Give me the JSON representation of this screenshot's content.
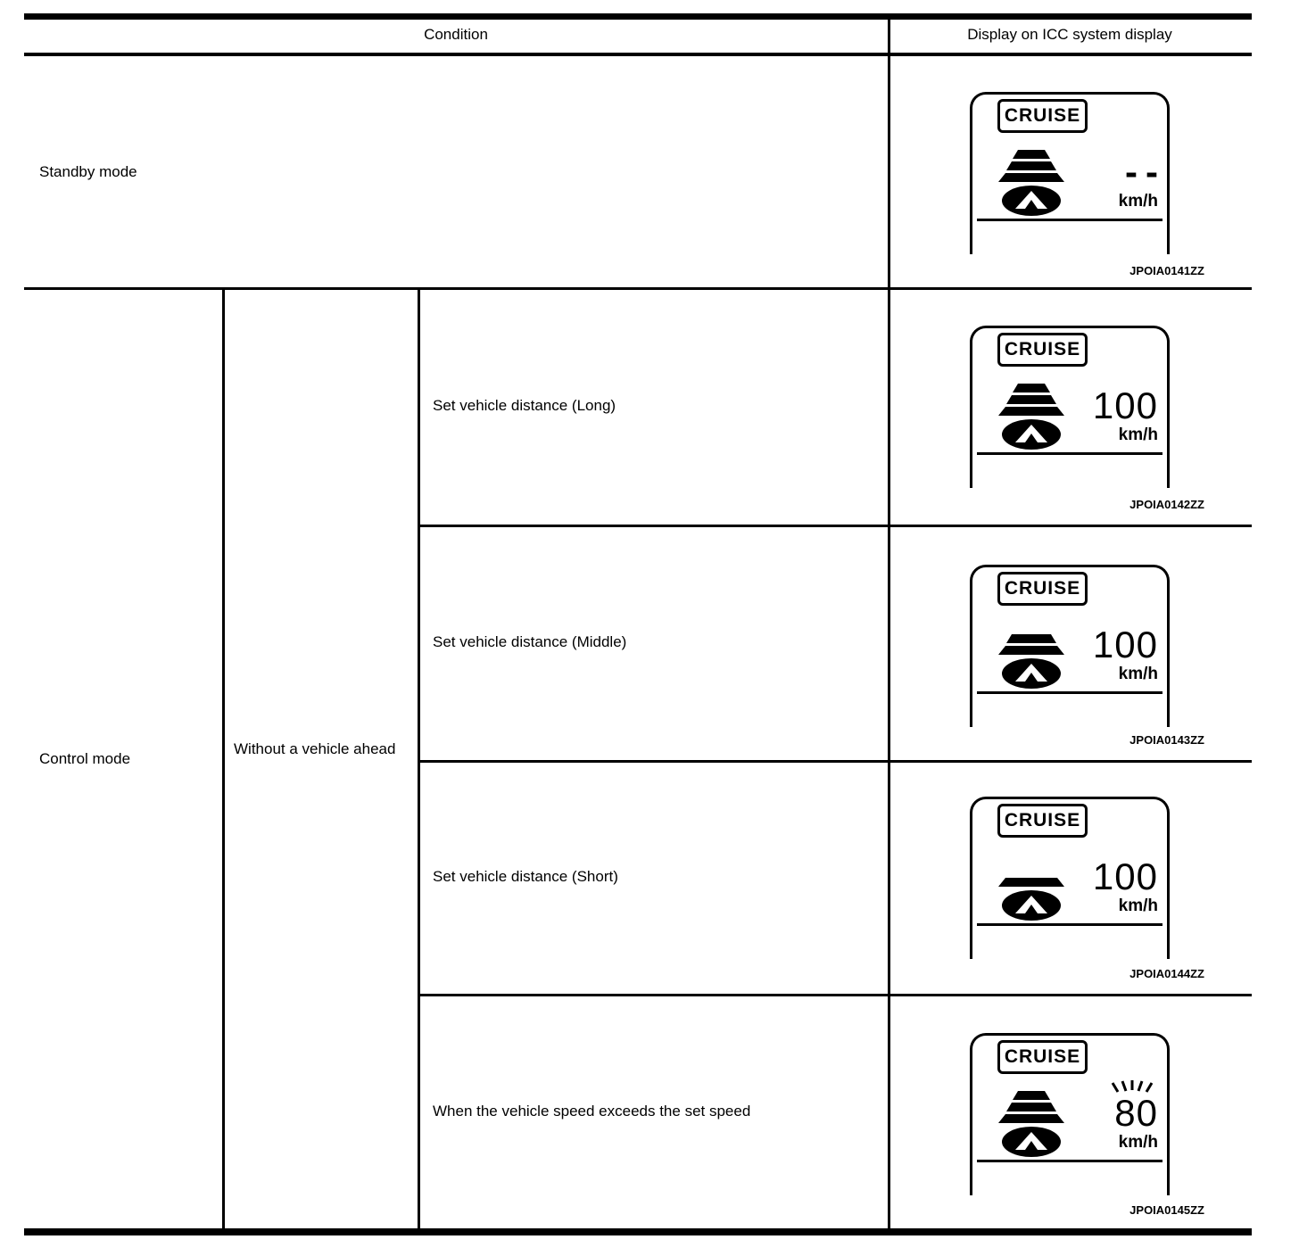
{
  "header": {
    "condition_label": "Condition",
    "display_label": "Display on ICC system display"
  },
  "table": {
    "standby_row": {
      "mode": "Standby mode"
    },
    "control_row": {
      "mode": "Control mode",
      "vehicle_state": "Without a vehicle ahead",
      "conditions": [
        "Set vehicle distance (Long)",
        "Set vehicle distance (Middle)",
        "Set vehicle distance (Short)",
        "When the vehicle speed exceeds the set speed"
      ]
    }
  },
  "displays": [
    {
      "badge": "CRUISE",
      "speed": "--",
      "unit": "km/h",
      "code": "JPOIA0141ZZ",
      "bars": 3,
      "blink": false
    },
    {
      "badge": "CRUISE",
      "speed": "100",
      "unit": "km/h",
      "code": "JPOIA0142ZZ",
      "bars": 3,
      "blink": false
    },
    {
      "badge": "CRUISE",
      "speed": "100",
      "unit": "km/h",
      "code": "JPOIA0143ZZ",
      "bars": 2,
      "blink": false
    },
    {
      "badge": "CRUISE",
      "speed": "100",
      "unit": "km/h",
      "code": "JPOIA0144ZZ",
      "bars": 1,
      "blink": false
    },
    {
      "badge": "CRUISE",
      "speed": "80",
      "unit": "km/h",
      "code": "JPOIA0145ZZ",
      "bars": 3,
      "blink": true
    }
  ],
  "colors": {
    "line": "#000000",
    "background": "#ffffff"
  }
}
